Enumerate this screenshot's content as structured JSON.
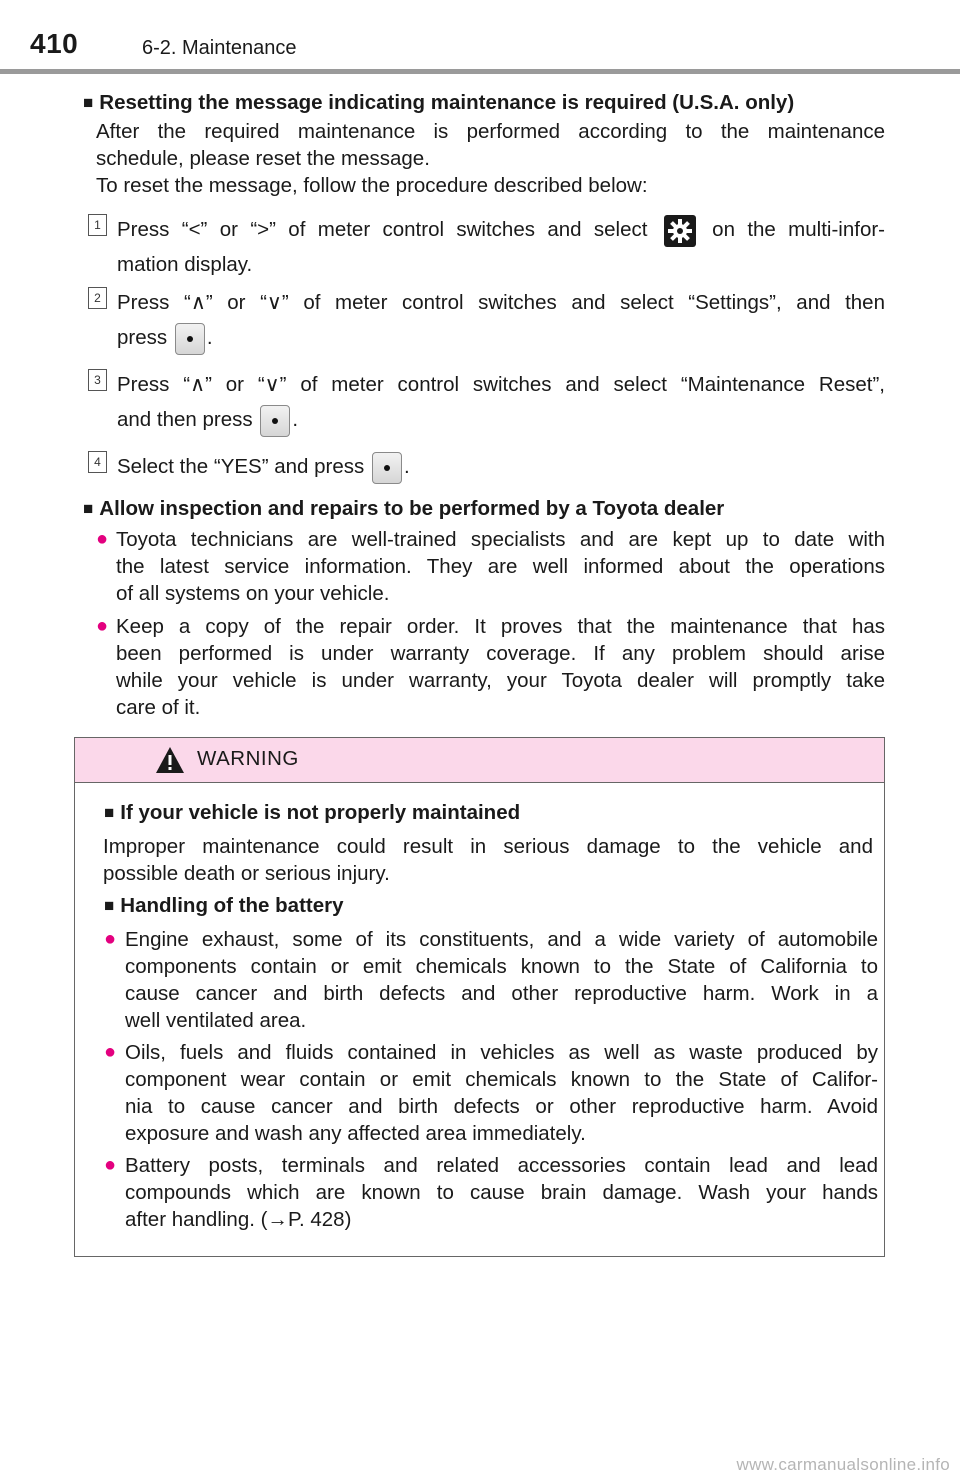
{
  "header": {
    "page_number": "410",
    "section": "6-2. Maintenance"
  },
  "reset_section": {
    "square": "■",
    "title": "Resetting the message indicating maintenance is required (U.S.A. only)",
    "intro_lines": [
      "After the required maintenance is performed according to the maintenance",
      "schedule, please reset the message.",
      "To reset the message, follow the procedure described below:"
    ],
    "steps": [
      {
        "num": "1",
        "a": "Press “<” or “>” of meter control switches and select",
        "icon": "settings-gear-icon",
        "b": "on the multi-infor-",
        "c": "mation display."
      },
      {
        "num": "2",
        "a": "Press “∧” or “∨” of meter control switches and select “Settings”, and then",
        "b": "press",
        "c": "."
      },
      {
        "num": "3",
        "a": "Press “∧” or “∨” of meter control switches and select “Maintenance Reset”,",
        "b": "and then press",
        "c": "."
      },
      {
        "num": "4",
        "a": "Select the “YES” and press",
        "c": "."
      }
    ]
  },
  "dealer_section": {
    "square": "■",
    "title": "Allow inspection and repairs to be performed by a Toyota dealer",
    "bullets": [
      [
        "Toyota technicians are well-trained specialists and are kept up to date with",
        "the latest service information. They are well informed about the operations",
        "of all systems on your vehicle."
      ],
      [
        "Keep a copy of the repair order. It proves that the maintenance that has",
        "been performed is under warranty coverage. If any problem should arise",
        "while your vehicle is under warranty, your Toyota dealer will promptly take",
        "care of it."
      ]
    ]
  },
  "warning": {
    "label": "WARNING",
    "section1": {
      "square": "■",
      "title": "If your vehicle is not properly maintained",
      "lines": [
        "Improper maintenance could result in serious damage to the vehicle and",
        "possible death or serious injury."
      ]
    },
    "section2": {
      "square": "■",
      "title": "Handling of the battery",
      "bullets": [
        [
          "Engine exhaust, some of its constituents, and a wide variety of automobile",
          "components contain or emit chemicals known to the State of California to",
          "cause cancer and birth defects and other reproductive harm. Work in a",
          "well ventilated area."
        ],
        [
          "Oils, fuels and fluids contained in vehicles as well as waste produced by",
          "component wear contain or emit chemicals known to the State of Califor-",
          "nia to cause cancer and birth defects or other reproductive harm. Avoid",
          "exposure and wash any affected area immediately."
        ],
        [
          "Battery posts, terminals and related accessories contain lead and lead",
          "compounds which are known to cause brain damage. Wash your hands",
          "after handling. (→P. 428)"
        ]
      ]
    }
  },
  "watermark": "www.carmanualsonline.info",
  "colors": {
    "bullet": "#e3007f",
    "warning_header_bg": "#fbd8ea",
    "header_rule": "#9a9a9a"
  }
}
